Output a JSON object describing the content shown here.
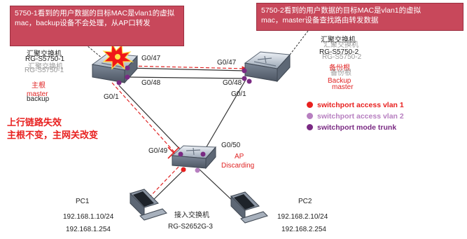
{
  "notes": {
    "left": {
      "line1": "5750-1看到的用户数据的目标MAC是vlan1的虚拟",
      "line2": "mac，backup设备不会处理，从AP口转发"
    },
    "right": {
      "line1": "5750-2看到的用户数据的目标MAC是vlan1的虚拟",
      "line2": "mac，master设备查找路由转发数据"
    }
  },
  "switch_left": {
    "name_line1": "汇聚交换机",
    "model_line1": "RG-S5750-1",
    "name_line2": "汇聚交换机",
    "model_line2": "RG-S5750-1",
    "role_cn": "主根",
    "role_en_old": "master",
    "role_en_new": "backup"
  },
  "switch_right": {
    "name_line1": "汇聚交换机",
    "model_line1": "RG-S5750-2",
    "name_line2": "汇聚交换机",
    "model_line2": "RG-S5750-2",
    "role_cn_old": "备份根",
    "role_cn_new": "备份根",
    "role_en_old": "Backup",
    "role_en_new": "master"
  },
  "ports": {
    "left_g047": "G0/47",
    "left_g048": "G0/48",
    "left_g01": "G0/1",
    "right_g047": "G0/47",
    "right_g048": "G0/48",
    "right_g01": "G0/1",
    "access_g049": "G0/49",
    "access_g050": "G0/50"
  },
  "ap_status": {
    "line1": "AP",
    "line2": "Discarding"
  },
  "failure_text": {
    "line1": "上行链路失效",
    "line2": "主根不变，主网关改变"
  },
  "legend": [
    {
      "color": "#e8201f",
      "label": "switchport access vlan 1"
    },
    {
      "color": "#b77fc0",
      "label": "switchport access vlan 2"
    },
    {
      "color": "#7a2a83",
      "label": "switchport mode trunk"
    }
  ],
  "access_switch": {
    "name": "接入交换机",
    "model": "RG-S2652G-3"
  },
  "pc1": {
    "name": "PC1",
    "ip": "192.168.1.10/24",
    "gateway": "192.168.1.254"
  },
  "pc2": {
    "name": "PC2",
    "ip": "192.168.2.10/24",
    "gateway": "192.168.2.254"
  },
  "colors": {
    "note_bg": "#c8485b",
    "link_line": "#333333",
    "flow_red": "#e02424",
    "trunk_purple": "#7a2a83",
    "access_red": "#e8201f",
    "access_violet": "#b77fc0"
  }
}
